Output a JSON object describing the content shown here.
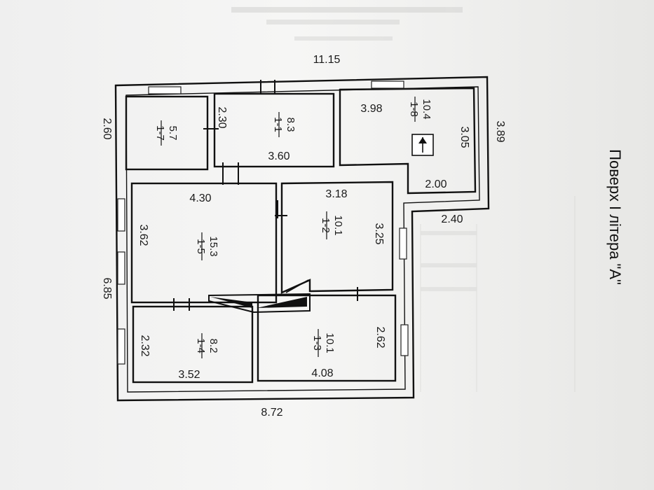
{
  "plan": {
    "title": "Поверх І  літера \"А\"",
    "outer_dims": {
      "top": "11.15",
      "bottom": "8.72",
      "left_upper": "2.60",
      "left_lower": "6.85",
      "right_upper": "3.89",
      "right_step": "2.40"
    },
    "rooms": [
      {
        "id": "1-7",
        "area": "5.7"
      },
      {
        "id": "1-1",
        "area": "8.3",
        "dims": [
          "2.30",
          "3.60"
        ]
      },
      {
        "id": "1-8",
        "area": "10.4",
        "dims": [
          "3.98",
          "3.05",
          "2.00"
        ]
      },
      {
        "id": "1-5",
        "area": "15.3",
        "dims": [
          "4.30",
          "3.62"
        ]
      },
      {
        "id": "1-2",
        "area": "10.1",
        "dims": [
          "3.18",
          "3.25"
        ]
      },
      {
        "id": "1-4",
        "area": "8.2",
        "dims": [
          "2.32",
          "3.52"
        ]
      },
      {
        "id": "1-3",
        "area": "10.1",
        "dims": [
          "2.62",
          "4.08"
        ]
      }
    ]
  }
}
